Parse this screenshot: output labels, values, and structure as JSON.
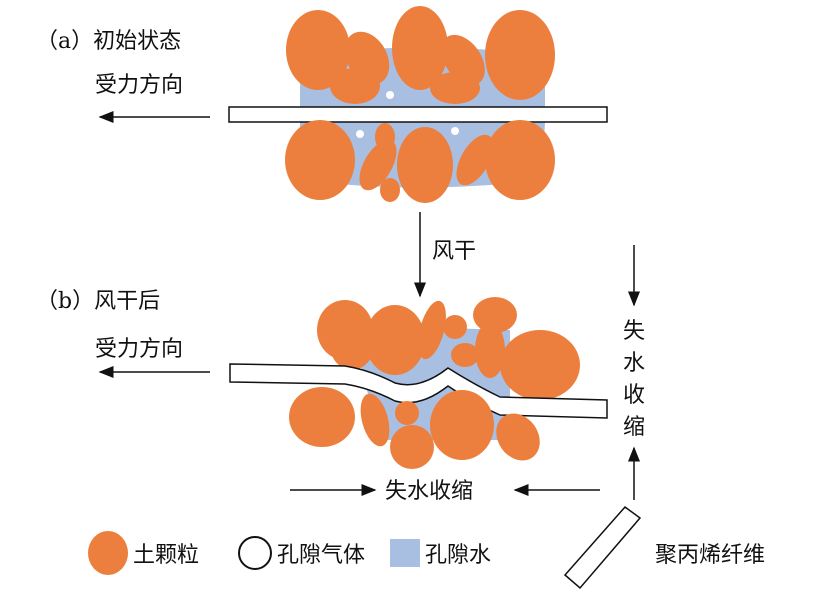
{
  "panel_a": {
    "title": "（a）初始状态",
    "force_label": "受力方向"
  },
  "transition": {
    "label": "风干"
  },
  "panel_b": {
    "title": "（b）风干后",
    "force_label": "受力方向",
    "shrink_horizontal": "失水收缩",
    "shrink_vertical": [
      "失",
      "水",
      "收",
      "缩"
    ]
  },
  "legend": {
    "soil": "土颗粒",
    "air": "孔隙气体",
    "water": "孔隙水",
    "fiber": "聚丙烯纤维"
  },
  "colors": {
    "soil": "#ec7f3d",
    "water": "#a9bfe2"
  }
}
